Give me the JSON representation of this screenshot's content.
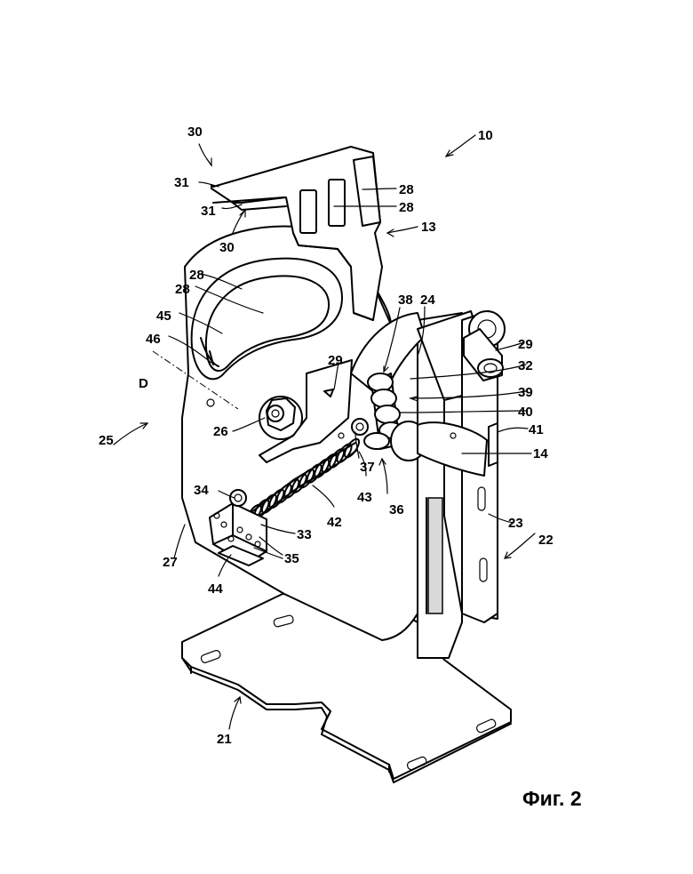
{
  "figure_caption": "Фиг. 2",
  "axis_label": "D",
  "reference_labels": {
    "l10": "10",
    "l13": "13",
    "l14": "14",
    "l21": "21",
    "l22": "22",
    "l23": "23",
    "l24": "24",
    "l25": "25",
    "l26": "26",
    "l27": "27",
    "l28a": "28",
    "l28b": "28",
    "l28c": "28",
    "l28d": "28",
    "l29a": "29",
    "l29b": "29",
    "l30a": "30",
    "l30b": "30",
    "l31a": "31",
    "l31b": "31",
    "l32": "32",
    "l33": "33",
    "l34": "34",
    "l35": "35",
    "l36": "36",
    "l37": "37",
    "l38": "38",
    "l39": "39",
    "l40": "40",
    "l41": "41",
    "l42": "42",
    "l43": "43",
    "l44": "44",
    "l45": "45",
    "l46": "46"
  }
}
